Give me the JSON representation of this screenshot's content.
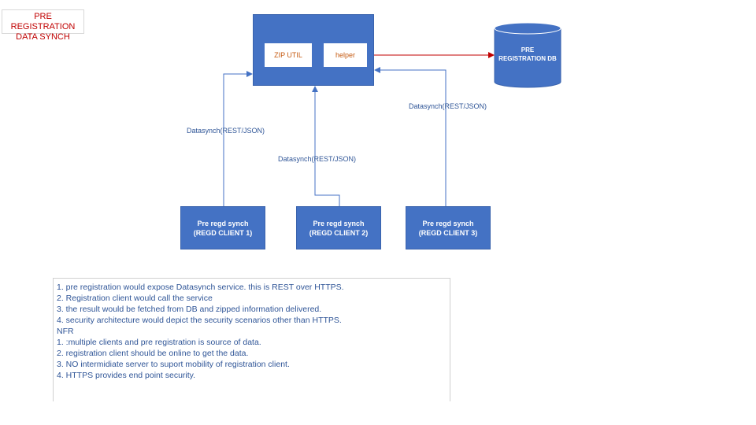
{
  "title": {
    "line1": "PRE REGISTRATION",
    "line2": "DATA SYNCH"
  },
  "server": {
    "zip_util": "ZIP UTIL",
    "helper": "helper"
  },
  "database": {
    "line1": "PRE",
    "line2": "REGISTRATION DB"
  },
  "edges": {
    "label_client1": "Datasynch(REST/JSON)",
    "label_client2": "Datasynch(REST/JSON)",
    "label_client3": "Datasynch(REST/JSON)"
  },
  "clients": [
    {
      "line1": "Pre regd synch",
      "line2": "(REGD CLIENT 1)"
    },
    {
      "line1": "Pre regd synch",
      "line2": "(REGD CLIENT 2)"
    },
    {
      "line1": "Pre regd synch",
      "line2": "(REGD CLIENT 3)"
    }
  ],
  "notes": [
    "1. pre registration would expose Datasynch service. this is REST over HTTPS.",
    "2. Registration client would call the service",
    "3. the result would be fetched from DB and zipped information delivered.",
    "4. security architecture would depict the security scenarios other than HTTPS.",
    "NFR",
    "1. :multiple clients and pre registration is source of data.",
    "2.  registration client should be online to get the data.",
    "3.  NO intermidiate server to suport mobility of registration client.",
    "4.  HTTPS provides end point security."
  ],
  "colors": {
    "box_fill": "#4472c4",
    "connector": "#4472c4",
    "db_link": "#c00000",
    "title_text": "#c00000",
    "inner_text": "#c55a11"
  }
}
